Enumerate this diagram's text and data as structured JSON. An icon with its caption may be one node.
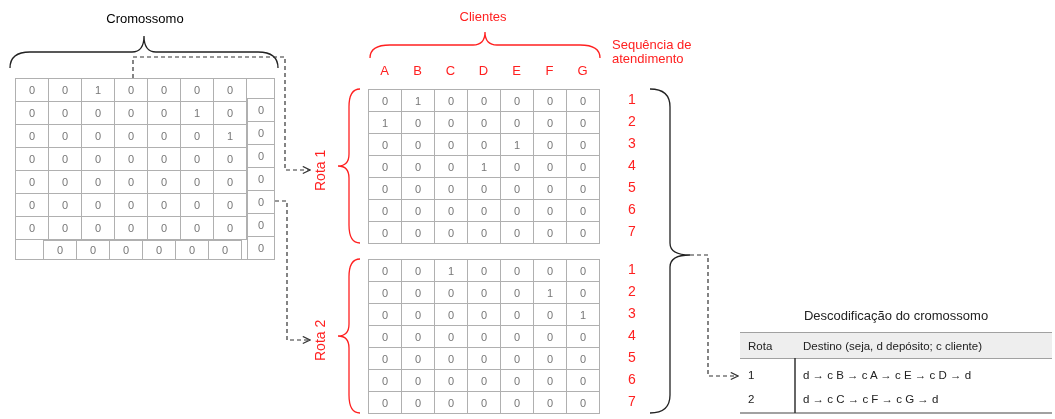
{
  "diagram": {
    "nodes": [
      {
        "text": [],
        "shape": "box"
      },
      {
        "text": [
          "Rota 1"
        ]
      },
      {
        "text": [
          "Rota 2"
        ]
      },
      {
        "text": [
          "Descodificação do cromossomo"
        ]
      },
      {
        "text": [],
        "shape": "bracket"
      }
    ],
    "edges": [
      {
        "from": 0,
        "to": 1,
        "arrow": "to",
        "style": "dashed"
      },
      {
        "from": 0,
        "to": 2,
        "arrow": "to",
        "style": "dashed"
      },
      {
        "from": 4,
        "to": 3,
        "arrow": "to",
        "style": "dashed"
      }
    ],
    "labels": [
      "Cromossomo",
      "0",
      "0",
      "1",
      "0",
      "0",
      "0",
      "0",
      "0",
      "0",
      "0",
      "0",
      "0",
      "1",
      "0",
      "0",
      "0",
      "0",
      "0",
      "0",
      "0",
      "1",
      "0",
      "0",
      "0",
      "0",
      "0",
      "0",
      "0",
      "0",
      "0",
      "0",
      "0",
      "0",
      "0",
      "0",
      "0",
      "0",
      "0",
      "0",
      "0",
      "0",
      "0",
      "0",
      "0",
      "0",
      "0",
      "0",
      "0",
      "0",
      "0",
      "0",
      "0",
      "0",
      "0",
      "0",
      "0",
      "0",
      "0",
      "0",
      "0",
      "0",
      "0",
      "Clientes",
      "A",
      "B",
      "C",
      "D",
      "E",
      "F",
      "G",
      "Sequência de atendimento",
      "0",
      "1",
      "0",
      "0",
      "0",
      "0",
      "0",
      "1",
      "0",
      "0",
      "0",
      "0",
      "0",
      "0",
      "0",
      "0",
      "0",
      "0",
      "1",
      "0",
      "0",
      "0",
      "0",
      "0",
      "1",
      "0",
      "0",
      "0",
      "0",
      "0",
      "0",
      "0",
      "0",
      "0",
      "0",
      "0",
      "0",
      "0",
      "0",
      "0",
      "0",
      "0",
      "0",
      "0",
      "0",
      "0",
      "0",
      "0",
      "0",
      "1",
      "2",
      "3",
      "4",
      "5",
      "6",
      "7",
      "0",
      "0",
      "1",
      "0",
      "0",
      "0",
      "0",
      "0",
      "0",
      "0",
      "0",
      "0",
      "1",
      "0",
      "0",
      "0",
      "0",
      "0",
      "0",
      "0",
      "1",
      "0",
      "0",
      "0",
      "0",
      "0",
      "0",
      "0",
      "0",
      "0",
      "0",
      "0",
      "0",
      "0",
      "0",
      "0",
      "0",
      "0",
      "0",
      "0",
      "0",
      "0",
      "0",
      "0",
      "0",
      "0",
      "0",
      "0",
      "0",
      "1",
      "2",
      "3",
      "4",
      "5",
      "6",
      "7",
      "Rota",
      "Destino (seja, d depósito; c cliente)",
      "1",
      "d → c B → c A → c E → c D → d",
      "2",
      "d → c C → c F → c G → d"
    ]
  }
}
